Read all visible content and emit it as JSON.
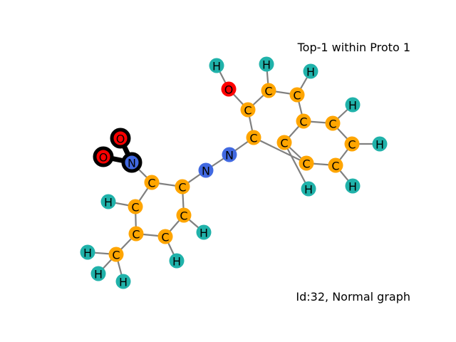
{
  "title": "Top-1 within Proto 1",
  "footer": "Id:32, Normal graph",
  "colors": {
    "C": "#ffa500",
    "H": "#20b2aa",
    "N": "#4169e1",
    "O": "#ff0000",
    "bond": "#808080",
    "highlight": "#000000"
  },
  "atoms": [
    {
      "id": "H1",
      "el": "H"
    },
    {
      "id": "O1",
      "el": "O"
    },
    {
      "id": "H2",
      "el": "H"
    },
    {
      "id": "C1",
      "el": "C"
    },
    {
      "id": "C2",
      "el": "C"
    },
    {
      "id": "H3",
      "el": "H"
    },
    {
      "id": "C3",
      "el": "C"
    },
    {
      "id": "C4",
      "el": "C"
    },
    {
      "id": "C5",
      "el": "C"
    },
    {
      "id": "H4",
      "el": "H"
    },
    {
      "id": "C6",
      "el": "C"
    },
    {
      "id": "C7",
      "el": "C"
    },
    {
      "id": "C8",
      "el": "C"
    },
    {
      "id": "H5",
      "el": "H"
    },
    {
      "id": "C9",
      "el": "C"
    },
    {
      "id": "C10",
      "el": "C"
    },
    {
      "id": "H6",
      "el": "H"
    },
    {
      "id": "H7",
      "el": "H"
    },
    {
      "id": "H8",
      "el": "H"
    },
    {
      "id": "N1",
      "el": "N"
    },
    {
      "id": "N2",
      "el": "N"
    },
    {
      "id": "C11",
      "el": "C"
    },
    {
      "id": "C12",
      "el": "C"
    },
    {
      "id": "N3",
      "el": "N",
      "highlight": true
    },
    {
      "id": "O2",
      "el": "O",
      "highlight": true
    },
    {
      "id": "O3",
      "el": "O",
      "highlight": true
    },
    {
      "id": "C13",
      "el": "C"
    },
    {
      "id": "H9",
      "el": "H"
    },
    {
      "id": "C14",
      "el": "C"
    },
    {
      "id": "H10",
      "el": "H"
    },
    {
      "id": "C15",
      "el": "C"
    },
    {
      "id": "C16",
      "el": "C"
    },
    {
      "id": "C17",
      "el": "C"
    },
    {
      "id": "H11",
      "el": "H"
    },
    {
      "id": "H12",
      "el": "H"
    },
    {
      "id": "H13",
      "el": "H"
    },
    {
      "id": "H14",
      "el": "H"
    }
  ],
  "bonds": [
    [
      "H1",
      "O1"
    ],
    [
      "O1",
      "C1"
    ],
    [
      "C1",
      "C2"
    ],
    [
      "C2",
      "H2"
    ],
    [
      "C2",
      "C3"
    ],
    [
      "C3",
      "H3"
    ],
    [
      "C3",
      "C4"
    ],
    [
      "C4",
      "C5"
    ],
    [
      "C5",
      "H4"
    ],
    [
      "C5",
      "C6"
    ],
    [
      "C6",
      "H5"
    ],
    [
      "C6",
      "C7"
    ],
    [
      "C7",
      "H6"
    ],
    [
      "C7",
      "C8"
    ],
    [
      "C8",
      "C9"
    ],
    [
      "C9",
      "H7"
    ],
    [
      "C9",
      "C4"
    ],
    [
      "C8",
      "C10"
    ],
    [
      "C10",
      "C1"
    ],
    [
      "C10",
      "N1"
    ],
    [
      "N1",
      "N2"
    ],
    [
      "N2",
      "C12"
    ],
    [
      "C12",
      "C11"
    ],
    [
      "C11",
      "N3"
    ],
    [
      "N3",
      "O2"
    ],
    [
      "N3",
      "O3"
    ],
    [
      "C11",
      "C13"
    ],
    [
      "C13",
      "H9"
    ],
    [
      "C13",
      "C15"
    ],
    [
      "C15",
      "C16"
    ],
    [
      "C16",
      "H14"
    ],
    [
      "C16",
      "C14"
    ],
    [
      "C14",
      "H10"
    ],
    [
      "C14",
      "C12"
    ],
    [
      "C15",
      "C17"
    ],
    [
      "C17",
      "H11"
    ],
    [
      "C17",
      "H12"
    ],
    [
      "C17",
      "H13"
    ]
  ],
  "highlight_bonds": [
    [
      "N3",
      "O2"
    ],
    [
      "N3",
      "O3"
    ]
  ]
}
